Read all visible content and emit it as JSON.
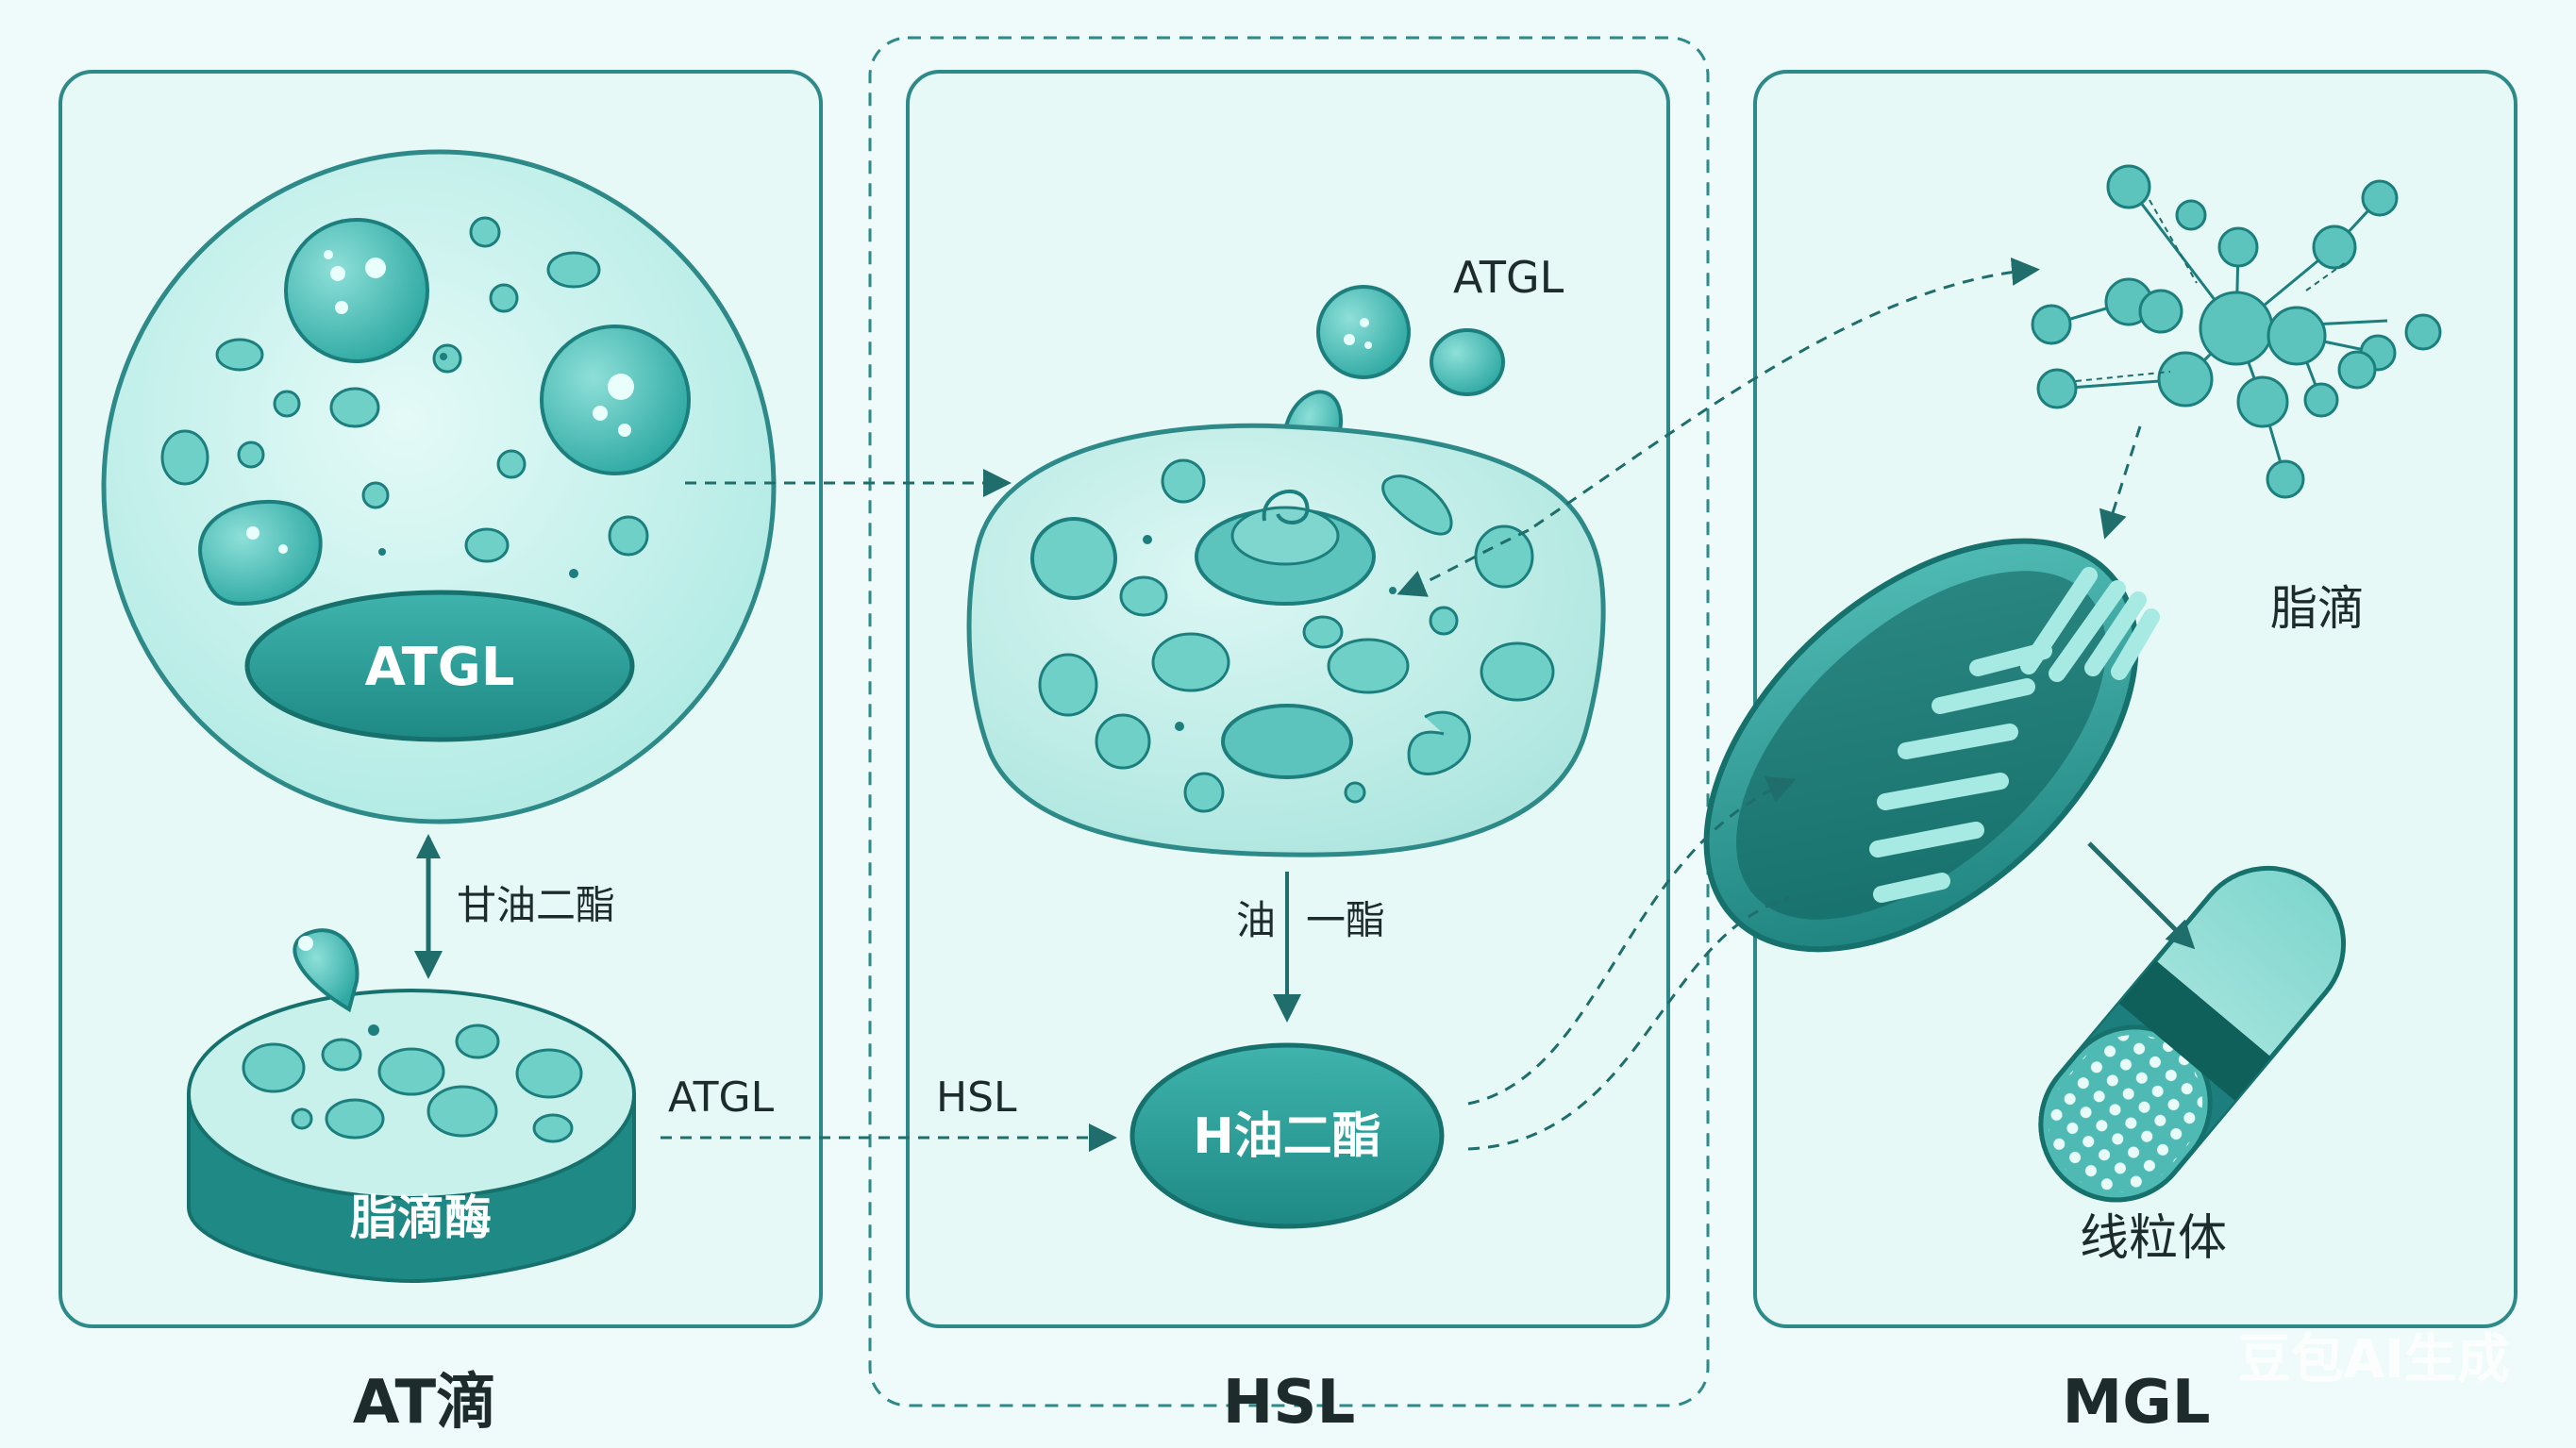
{
  "panels": [
    {
      "id": "left",
      "caption": "AT滴"
    },
    {
      "id": "middle",
      "caption": "HSL"
    },
    {
      "id": "right",
      "caption": "MGL"
    }
  ],
  "labels": {
    "left_cell_enzyme": "ATGL",
    "left_vertical_arrow": "甘油二酯",
    "left_disk": "脂滴酶",
    "left_disk_side": "ATGL",
    "middle_top": "ATGL",
    "middle_vertical_arrow_a": "油",
    "middle_vertical_arrow_b": "一酯",
    "middle_hsl_side": "HSL",
    "middle_oval": "H油二酯",
    "right_mito": "脂滴",
    "right_bottom": "线粒体"
  },
  "watermark": "豆包AI生成",
  "colors": {
    "background": "#eefbfa",
    "panel_border": "#2e8a88",
    "teal_dark": "#1c7f7d",
    "teal_mid": "#3ab3ae",
    "teal_light": "#9fe3dc",
    "cell_fill": "#c6f0ec",
    "arrow": "#1f6e6c"
  }
}
